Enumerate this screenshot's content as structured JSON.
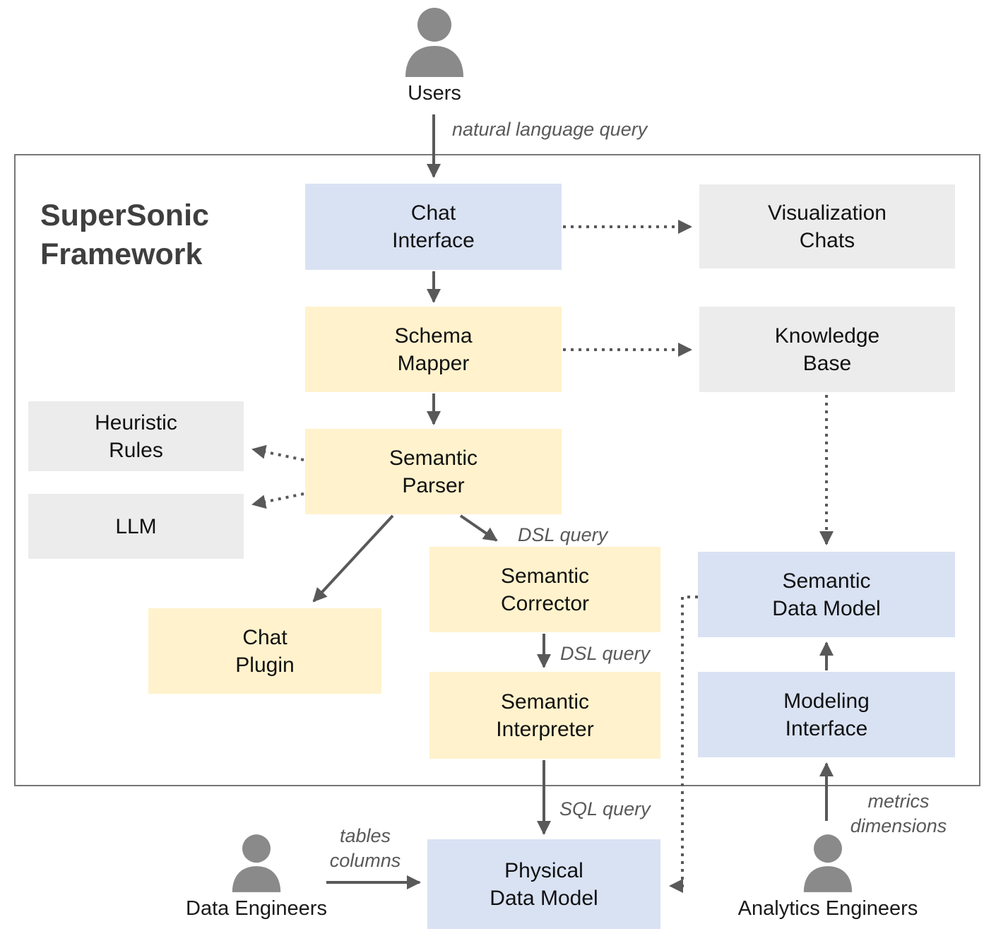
{
  "title": "SuperSonic\nFramework",
  "actors": {
    "users": {
      "label": "Users"
    },
    "data_engineers": {
      "label": "Data Engineers"
    },
    "analytics_engineers": {
      "label": "Analytics Engineers"
    }
  },
  "nodes": {
    "chat_interface": {
      "label": "Chat\nInterface",
      "color": "#d9e2f3"
    },
    "visualization_chats": {
      "label": "Visualization\nChats",
      "color": "#ececec"
    },
    "schema_mapper": {
      "label": "Schema\nMapper",
      "color": "#fff2cc"
    },
    "knowledge_base": {
      "label": "Knowledge\nBase",
      "color": "#ececec"
    },
    "heuristic_rules": {
      "label": "Heuristic\nRules",
      "color": "#ececec"
    },
    "llm": {
      "label": "LLM",
      "color": "#ececec"
    },
    "semantic_parser": {
      "label": "Semantic\nParser",
      "color": "#fff2cc"
    },
    "semantic_corrector": {
      "label": "Semantic\nCorrector",
      "color": "#fff2cc"
    },
    "chat_plugin": {
      "label": "Chat\nPlugin",
      "color": "#fff2cc"
    },
    "semantic_interpreter": {
      "label": "Semantic\nInterpreter",
      "color": "#fff2cc"
    },
    "semantic_data_model": {
      "label": "Semantic\nData Model",
      "color": "#d9e2f3"
    },
    "modeling_interface": {
      "label": "Modeling\nInterface",
      "color": "#d9e2f3"
    },
    "physical_data_model": {
      "label": "Physical\nData Model",
      "color": "#d9e2f3"
    }
  },
  "edge_labels": {
    "natural_language_query": "natural language query",
    "dsl_query_parser_to_corrector": "DSL query",
    "dsl_query_corrector_to_interpreter": "DSL query",
    "sql_query": "SQL query",
    "tables_columns": "tables\ncolumns",
    "metrics_dimensions": "metrics\ndimensions"
  },
  "colors": {
    "blue_node": "#d9e2f3",
    "yellow_node": "#fff2cc",
    "gray_node": "#ececec",
    "arrow": "#595959",
    "frame_border": "#767676",
    "person_icon": "#8a8a8a",
    "title_text": "#3f3f3f"
  }
}
